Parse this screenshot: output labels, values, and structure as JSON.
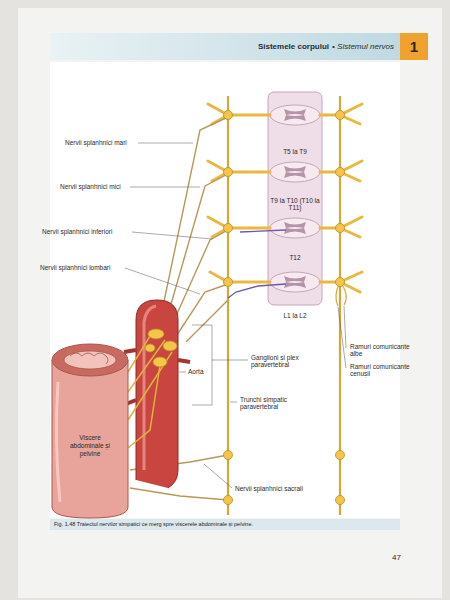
{
  "diagram": {
    "caption": "Fig. 1.48 Traiectul nervilor simpatici ce merg spre viscerele abdominale și pelvine.",
    "nodes": [
      {
        "text": [
          "Sistemele corpului",
          "• Sistemul nervos"
        ]
      },
      {
        "text": [
          "1"
        ]
      },
      {
        "text": [
          "Viscere abdominale și pelvine"
        ]
      }
    ],
    "labels": [
      "Nervii splanhnici mari",
      "Nervii splanhnici mici",
      "Nervii splanhnici inferiori",
      "Nervii splanhnici lombari",
      "T5 la T9",
      "T9 la T10 (T10 la T11)",
      "T12",
      "L1 la L2",
      "Ramuri comunicante albe",
      "Ramuri comunicante cenușii",
      "Ganglioni și plex paravertebral",
      "Aorta",
      "Trunchi simpatic paravertebral",
      "Nervii splanhnici sacrali",
      "47"
    ]
  }
}
